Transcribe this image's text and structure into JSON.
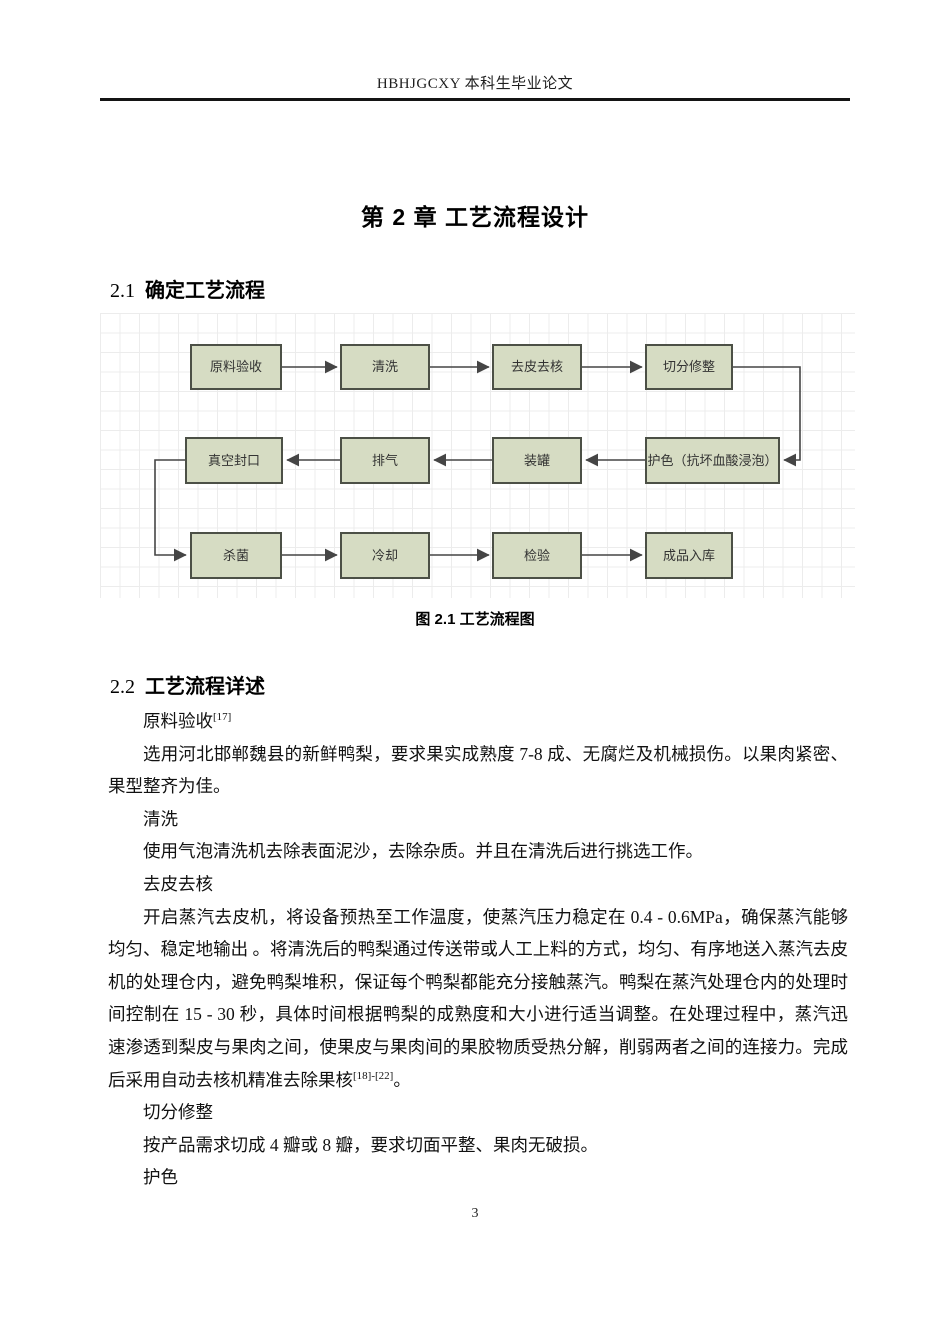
{
  "page": {
    "header_text": "HBHJGCXY 本科生毕业论文",
    "page_number": "3"
  },
  "chapter": {
    "title": "第 2 章  工艺流程设计"
  },
  "sections": {
    "s21": {
      "number": "2.1",
      "title": "确定工艺流程"
    },
    "s22": {
      "number": "2.2",
      "title": "工艺流程详述"
    }
  },
  "figure": {
    "caption": "图 2.1  工艺流程图",
    "colors": {
      "node_fill": "#d6dcc3",
      "node_border": "#4c5046",
      "grid_line": "#ececec",
      "arrow": "#454545"
    }
  },
  "flowchart": {
    "nodes": [
      {
        "label": "原料验收"
      },
      {
        "label": "清洗"
      },
      {
        "label": "去皮去核"
      },
      {
        "label": "切分修整"
      },
      {
        "label": "护色（抗坏血酸浸泡）"
      },
      {
        "label": "装罐"
      },
      {
        "label": "排气"
      },
      {
        "label": "真空封口"
      },
      {
        "label": "杀菌"
      },
      {
        "label": "冷却"
      },
      {
        "label": "检验"
      },
      {
        "label": "成品入库"
      }
    ]
  },
  "body": {
    "p1": {
      "text": "原料验收",
      "sup": "[17]"
    },
    "p2": {
      "text": "选用河北邯郸魏县的新鲜鸭梨，要求果实成熟度 7-8 成、无腐烂及机械损伤。以果肉紧密、果型整齐为佳。"
    },
    "p3": {
      "text": "清洗"
    },
    "p4": {
      "text": "使用气泡清洗机去除表面泥沙，去除杂质。并且在清洗后进行挑选工作。"
    },
    "p5": {
      "text": "去皮去核"
    },
    "p6": {
      "before": "开启蒸汽去皮机，将设备预热至工作温度，使蒸汽压力稳定在 0.4 - 0.6MPa，确保蒸汽能够均匀、稳定地输出 。将清洗后的鸭梨通过传送带或人工上料的方式，均匀、有序地送入蒸汽去皮机的处理仓内，避免鸭梨堆积，保证每个鸭梨都能充分接触蒸汽。鸭梨在蒸汽处理仓内的处理时间控制在 15 - 30 秒，具体时间根据鸭梨的成熟度和大小进行适当调整。在处理过程中，蒸汽迅速渗透到梨皮与果肉之间，使果皮与果肉间的果胶物质受热分解，削弱两者之间的连接力。完成后采用自动去核机精准去除果核",
      "sup": "[18]-[22]",
      "after": "。"
    },
    "p7": {
      "text": "切分修整"
    },
    "p8": {
      "text": "按产品需求切成 4 瓣或 8 瓣，要求切面平整、果肉无破损。"
    },
    "p9": {
      "text": "护色"
    }
  }
}
